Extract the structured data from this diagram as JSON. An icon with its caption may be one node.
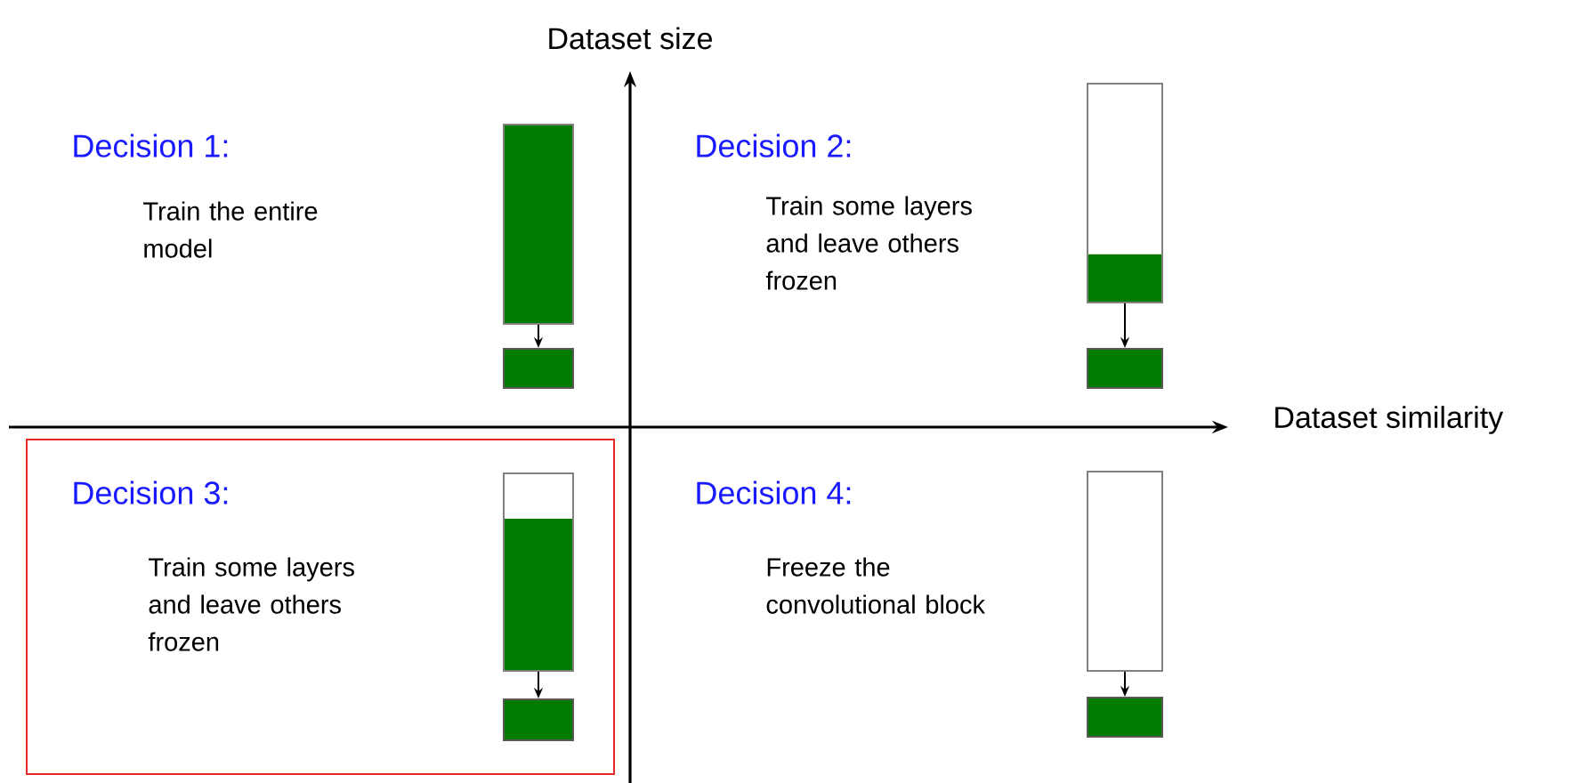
{
  "diagram": {
    "nodes": [
      {
        "text": [],
        "shape": "bar"
      },
      {
        "text": [],
        "shape": "box"
      },
      {
        "text": [],
        "shape": "bar"
      },
      {
        "text": [],
        "shape": "box"
      },
      {
        "text": [
          "Decision 3:",
          "Train some layers and leave others frozen"
        ]
      },
      {
        "text": [],
        "shape": "bar",
        "in": 4
      },
      {
        "text": [],
        "shape": "box",
        "in": 4
      },
      {
        "text": [],
        "shape": "bar"
      },
      {
        "text": [],
        "shape": "box"
      }
    ],
    "edges": [
      {
        "from": 0,
        "to": 1,
        "arrow": "to"
      },
      {
        "from": 2,
        "to": 3,
        "arrow": "to"
      },
      {
        "from": 5,
        "to": 6,
        "arrow": "to"
      },
      {
        "from": 7,
        "to": 8,
        "arrow": "to"
      }
    ],
    "labels": [
      "Dataset size",
      "Decision 1:",
      "Train the entire model",
      "Decision 2:",
      "Train some layers and leave others frozen",
      "Dataset similarity",
      "Decision 4:",
      "Freeze the convolutional block"
    ]
  }
}
